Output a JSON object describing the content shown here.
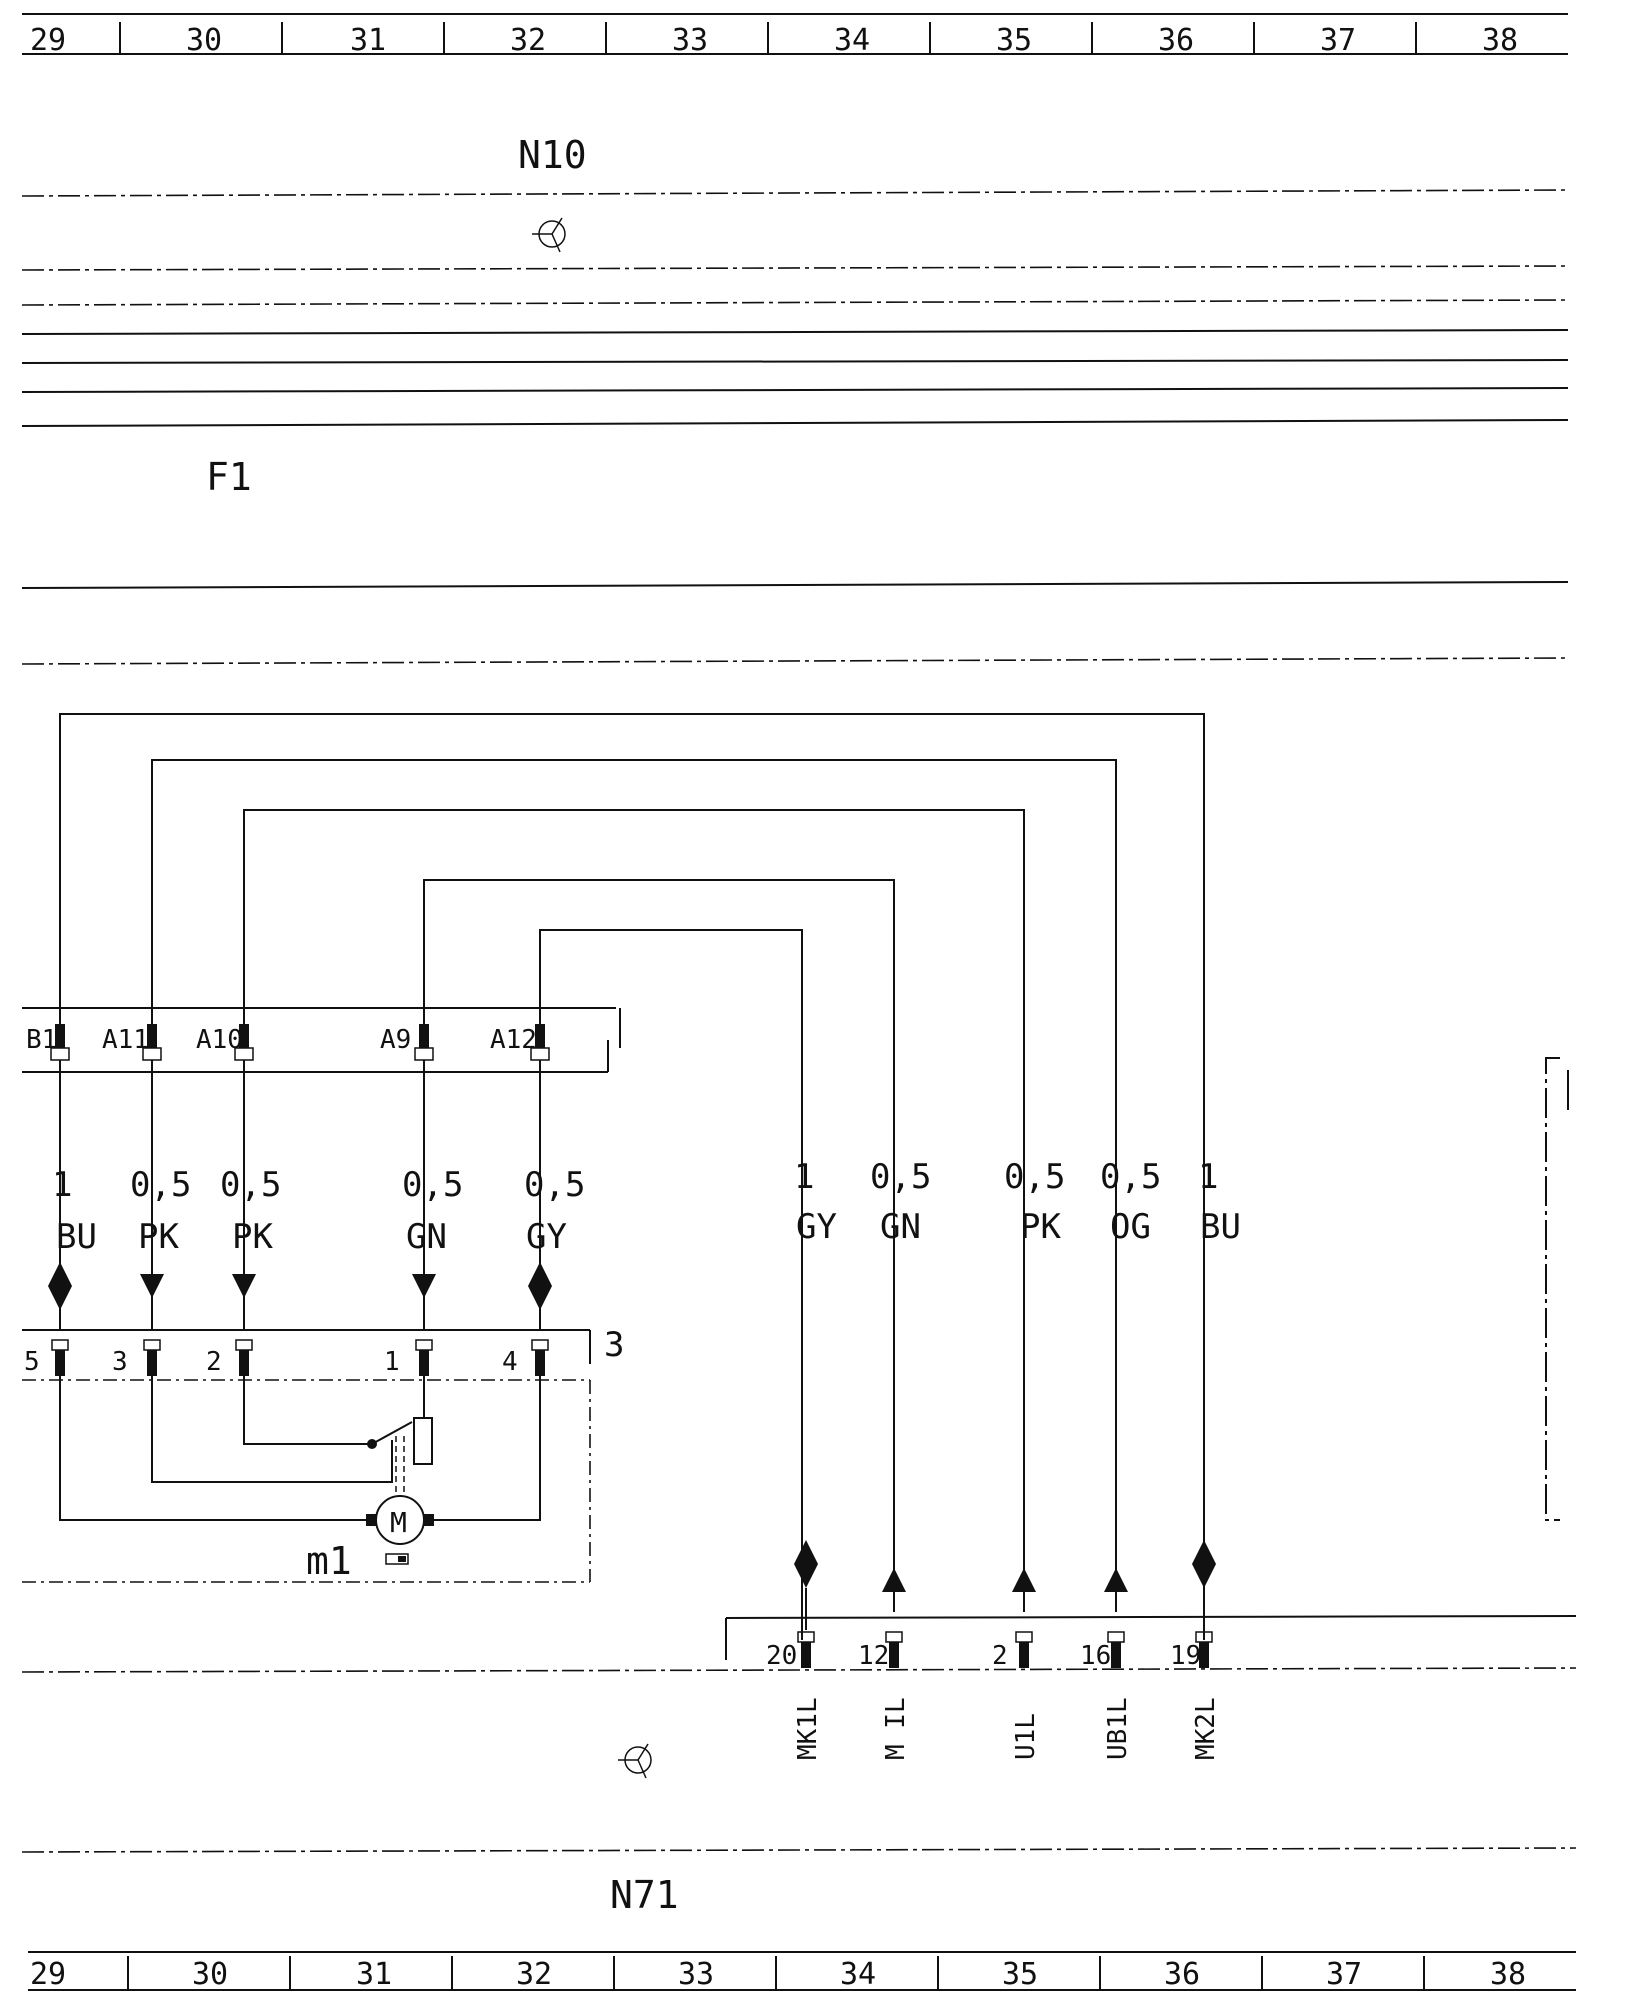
{
  "grid_top": [
    "29",
    "30",
    "31",
    "32",
    "33",
    "34",
    "35",
    "36",
    "37",
    "38"
  ],
  "grid_bottom": [
    "29",
    "30",
    "31",
    "32",
    "33",
    "34",
    "35",
    "36",
    "37",
    "38"
  ],
  "labels": {
    "n10": "N10",
    "f1": "F1",
    "m1": "m1",
    "n71": "N71",
    "connector_3": "3",
    "motor": "M"
  },
  "upper_connector_pins": [
    "B1",
    "A11",
    "A10",
    "A9",
    "A12"
  ],
  "left_wires": [
    {
      "size": "1",
      "color": "BU"
    },
    {
      "size": "0,5",
      "color": "PK"
    },
    {
      "size": "0,5",
      "color": "PK"
    },
    {
      "size": "0,5",
      "color": "GN"
    },
    {
      "size": "0,5",
      "color": "GY"
    }
  ],
  "m1_pins": [
    "5",
    "3",
    "2",
    "1",
    "4"
  ],
  "right_wires": [
    {
      "size": "1",
      "color": "GY"
    },
    {
      "size": "0,5",
      "color": "GN"
    },
    {
      "size": "0,5",
      "color": "PK"
    },
    {
      "size": "0,5",
      "color": "OG"
    },
    {
      "size": "1",
      "color": "BU"
    }
  ],
  "n71_pins": [
    "20",
    "12",
    "2",
    "16",
    "19"
  ],
  "n71_signals": [
    "MK1L",
    "M IL",
    "U1L",
    "UB1L",
    "MK2L"
  ]
}
